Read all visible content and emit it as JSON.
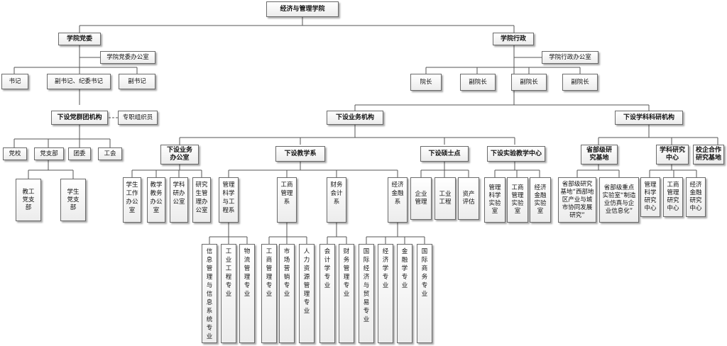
{
  "root": "经济与管理学院",
  "party": {
    "title": "学院党委",
    "office": "学院党委办公室",
    "leaders": [
      "书记",
      "副书记、纪委书记",
      "副书记"
    ],
    "mass_org": "下设党群团机构",
    "staff": "专职组织员",
    "mass_units": [
      "党校",
      "党支部",
      "团委",
      "工会"
    ],
    "branches": [
      "教工党支部",
      "学生党支部"
    ]
  },
  "admin": {
    "title": "学院行政",
    "office": "学院行政办公室",
    "leaders": [
      "院长",
      "副院长",
      "副院长",
      "副院长"
    ]
  },
  "business": {
    "title": "下设业务机构",
    "office": {
      "title": "下设业务办公室",
      "units": [
        "学生工作办公室",
        "教学教务办公室",
        "学科研办公室",
        "研究生管理办公室"
      ]
    },
    "teaching": {
      "title": "下设教学系",
      "depts": [
        {
          "name": "管理科学与工程系",
          "majors": [
            "信息管理与信息系统专业",
            "工业工程专业",
            "物流管理专业"
          ]
        },
        {
          "name": "工商管理系",
          "majors": [
            "工商管理专业",
            "市场营销专业",
            "人力资源管理专业"
          ]
        },
        {
          "name": "财务会计系",
          "majors": [
            "会计学专业",
            "财务管理专业"
          ]
        },
        {
          "name": "经济金融系",
          "majors": [
            "国际经济与贸易专业",
            "经济学专业",
            "金融学专业",
            "国际商务专业"
          ]
        }
      ]
    },
    "masters": {
      "title": "下设硕士点",
      "items": [
        "企业管理",
        "工业工程",
        "资产评估"
      ]
    },
    "labs": {
      "title": "下设实验教学中心",
      "items": [
        "管理科学实验室",
        "工商管理实验室",
        "经济金融实验室"
      ]
    }
  },
  "research": {
    "title": "下设学科科研机构",
    "provincial": {
      "title": "省部级研究基地",
      "items": [
        "省部级研究基地“西部地区产业与城市协同发展研究”",
        "省部级重点实验室“制造业仿真与企业信息化”"
      ]
    },
    "discipline": {
      "title": "学科研究中心",
      "items": [
        "管理科学研究中心",
        "工商管理研究中心",
        "经济金融研究中心"
      ]
    },
    "coop": "校企合作研究基地"
  }
}
